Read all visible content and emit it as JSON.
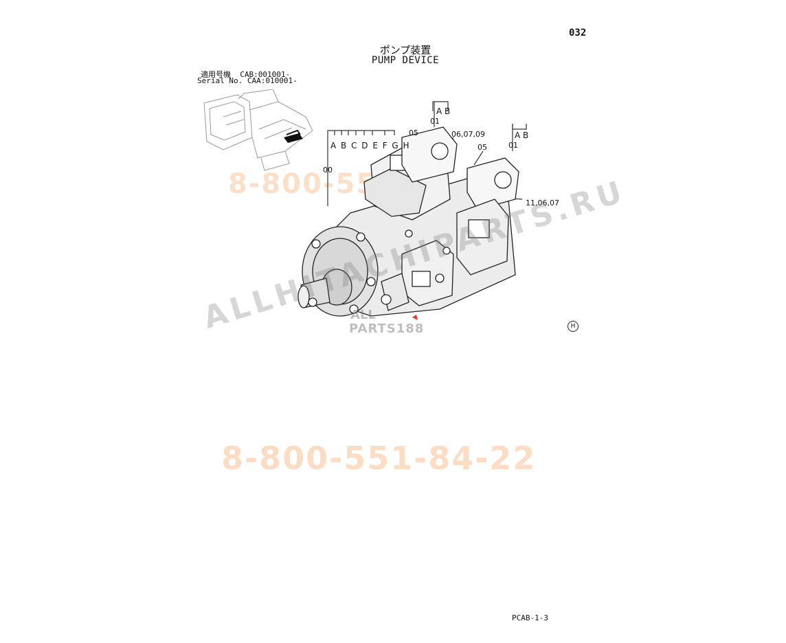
{
  "header": {
    "page_number": "032",
    "title_jp": "ポンプ装置",
    "title_en": "PUMP DEVICE"
  },
  "applicability": {
    "line1": "適用号機  CAB:001001-",
    "line2": "Serial No. CAA:010001-"
  },
  "callouts": {
    "group_00_letters": "A B C D E F G H",
    "group_00_number": "00",
    "left_01_letters": "A B",
    "left_01_number": "01",
    "left_05": "05",
    "center_ref": "06,07,09",
    "right_05": "05",
    "right_01_letters": "A B",
    "right_01_number": "01",
    "right_ref": "11,06,07"
  },
  "watermarks": {
    "phone_top": "8-800-551-84-22",
    "phone_bottom": "8-800-551-84-22",
    "diagonal": "ALLHITACHIPARTS.RU",
    "logo_line1": "ALL",
    "logo_line2": "PARTS188"
  },
  "hitachi_mark": "H",
  "footer": {
    "code": "PCAB-1-3"
  }
}
